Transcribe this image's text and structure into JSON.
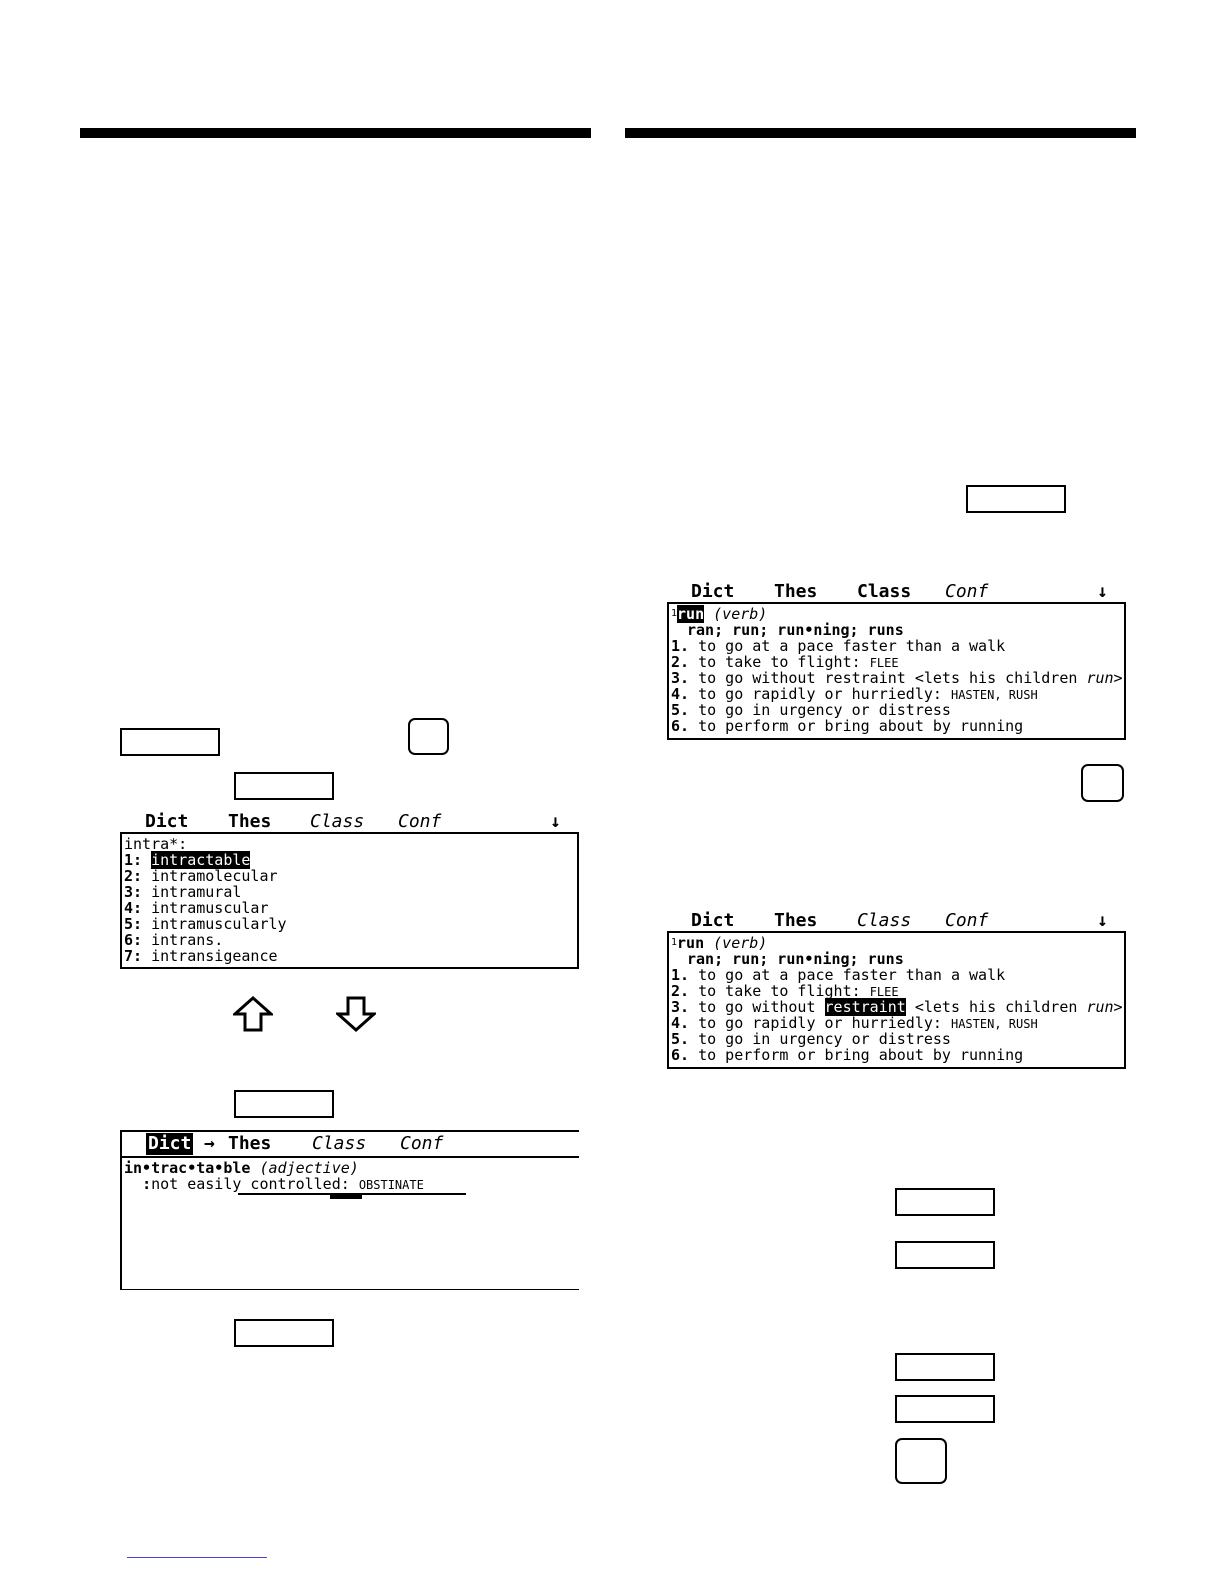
{
  "tabs": {
    "dict": "Dict",
    "thes": "Thes",
    "class": "Class",
    "conf": "Conf",
    "down_arrow": "↓",
    "right_arrow": "→"
  },
  "list_screen": {
    "query": "intra*:",
    "items": [
      {
        "num": "1:",
        "word": "intractable"
      },
      {
        "num": "2:",
        "word": "intramolecular"
      },
      {
        "num": "3:",
        "word": "intramural"
      },
      {
        "num": "4:",
        "word": "intramuscular"
      },
      {
        "num": "5:",
        "word": "intramuscularly"
      },
      {
        "num": "6:",
        "word": "intrans."
      },
      {
        "num": "7:",
        "word": "intransigeance"
      }
    ]
  },
  "def_screen": {
    "headword": "in•trac•ta•ble",
    "pos": "(adjective)",
    "def_prefix": ":",
    "def_text": "not easily controlled:",
    "def_xref": "OBSTINATE"
  },
  "run_entry": {
    "sup": "1",
    "headword": "run",
    "pos": "(verb)",
    "forms": "ran; run; run•ning; runs",
    "senses": [
      {
        "num": "1.",
        "text": "to go at a pace faster than a walk",
        "xref": ""
      },
      {
        "num": "2.",
        "text": "to take to flight:",
        "xref": "FLEE"
      },
      {
        "num": "3.",
        "text_a": "to go without",
        "text_b": "restraint",
        "text_c": "<lets his children",
        "text_d": "run",
        "text_e": ">"
      },
      {
        "num": "4.",
        "text": "to go rapidly or hurriedly:",
        "xref": "HASTEN, RUSH"
      },
      {
        "num": "5.",
        "text": "to go in urgency or distress",
        "xref": ""
      },
      {
        "num": "6.",
        "text": "to perform or bring about by running",
        "xref": ""
      }
    ]
  },
  "icons": {
    "up": "up-arrow-icon",
    "down": "down-arrow-icon"
  }
}
